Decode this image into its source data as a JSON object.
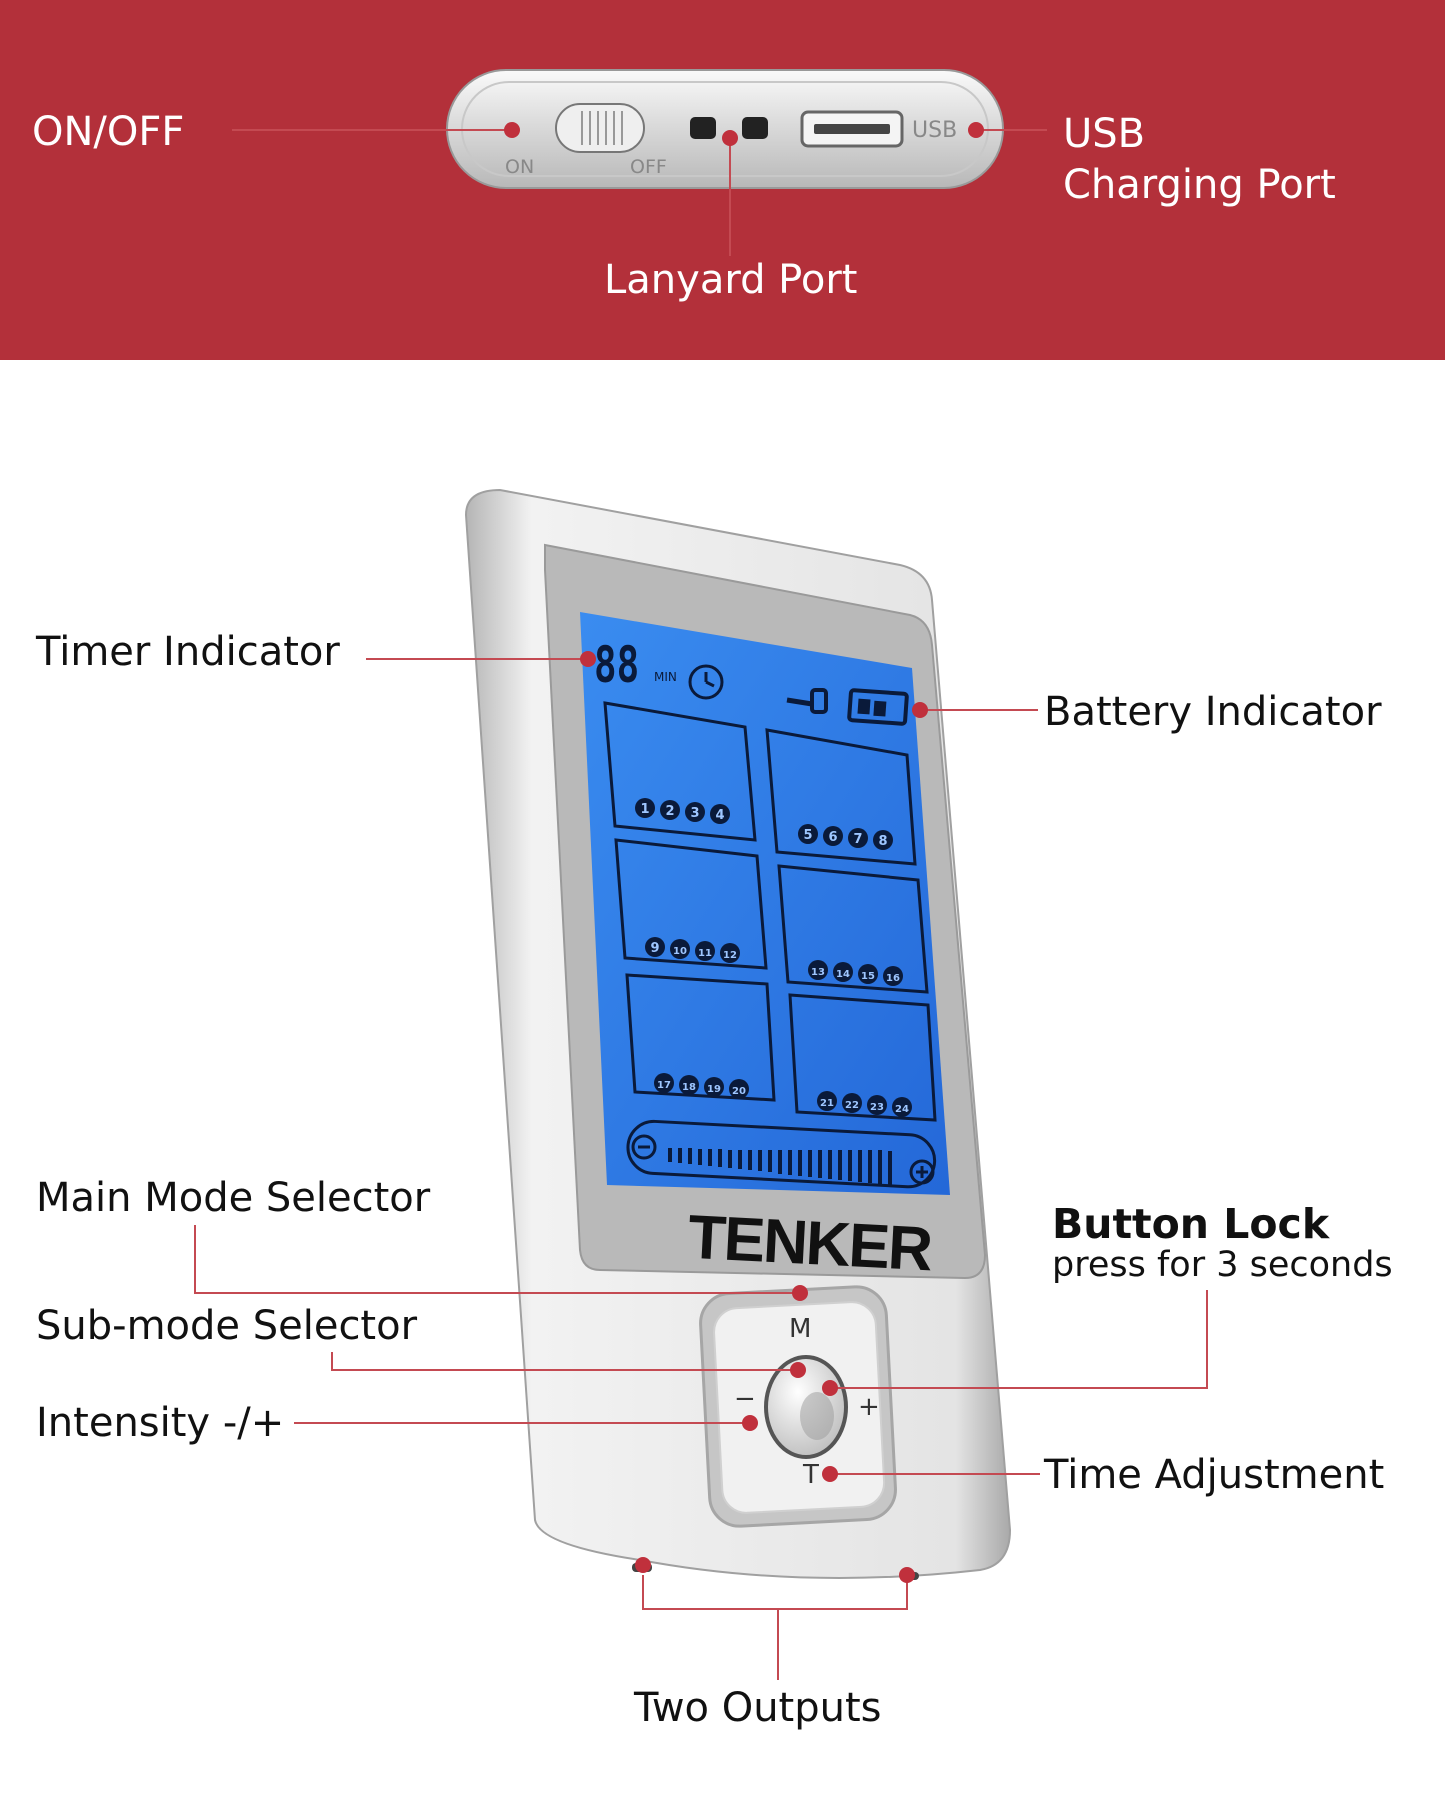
{
  "labels": {
    "on_off": "ON/OFF",
    "usb_line1": "USB",
    "usb_line2": "Charging Port",
    "lanyard": "Lanyard Port",
    "timer": "Timer Indicator",
    "battery": "Battery Indicator",
    "main_mode": "Main Mode Selector",
    "button_lock": "Button Lock",
    "button_lock_sub": "press for 3 seconds",
    "sub_mode": "Sub-mode Selector",
    "intensity": "Intensity -/+",
    "time_adjust": "Time Adjustment",
    "two_outputs": "Two Outputs"
  },
  "device": {
    "brand": "TENKER",
    "switch_on": "ON",
    "switch_off": "OFF",
    "usb_mark": "USB",
    "timer_digits": "88",
    "timer_unit": "MIN",
    "buttons": {
      "m": "M",
      "minus": "−",
      "plus": "+",
      "t": "T"
    },
    "mode_numbers": [
      [
        "1",
        "2",
        "3",
        "4"
      ],
      [
        "5",
        "6",
        "7",
        "8"
      ],
      [
        "9",
        "10",
        "11",
        "12"
      ],
      [
        "13",
        "14",
        "15",
        "16"
      ],
      [
        "17",
        "18",
        "19",
        "20"
      ],
      [
        "21",
        "22",
        "23",
        "24"
      ]
    ]
  },
  "colors": {
    "banner": "#b3303a",
    "lcd": "#2f7fe6",
    "callout_line": "#b3303a",
    "dot": "#c0303c"
  }
}
